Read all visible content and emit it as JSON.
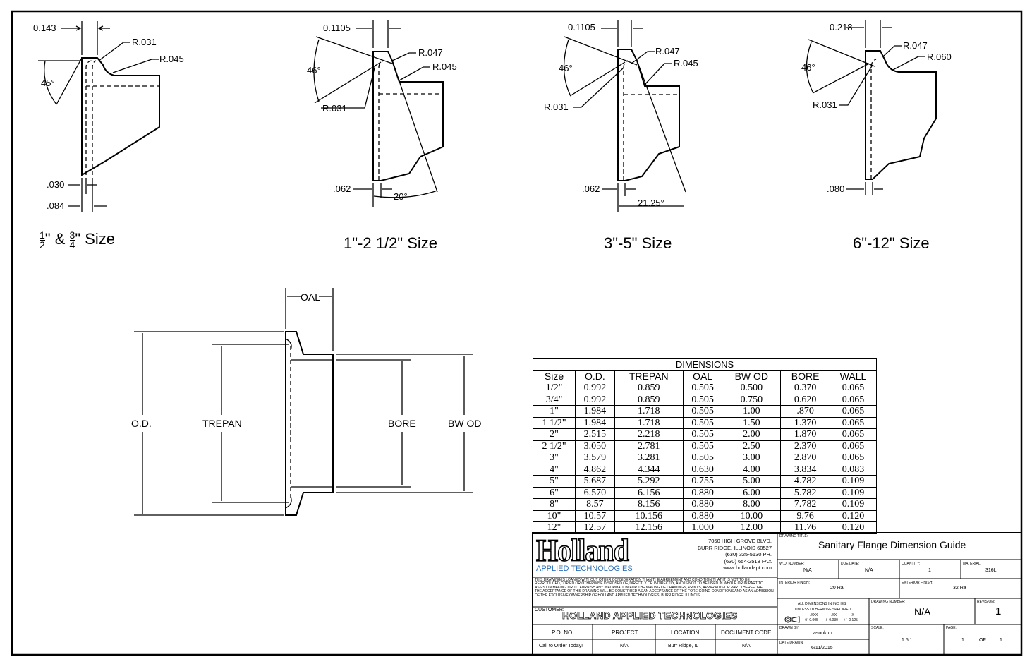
{
  "details": [
    {
      "size_parts": {
        "num1": "1",
        "den1": "2",
        "mid": "\" & ",
        "num2": "3",
        "den2": "4",
        "tail": "\" Size"
      },
      "labels": {
        "top_dim": "0.143",
        "r1": "R.031",
        "r2": "R.045",
        "angle": "45°",
        "bot1": ".030",
        "bot2": ".084"
      }
    },
    {
      "size": "1\"-2 1/2\" Size",
      "labels": {
        "top_dim": "0.1105",
        "r1": "R.047",
        "r2": "R.045",
        "angle": "46°",
        "r3": "R.031",
        "bot1": ".062",
        "bot_angle": "20°"
      }
    },
    {
      "size": "3\"-5\" Size",
      "labels": {
        "top_dim": "0.1105",
        "r1": "R.047",
        "r2": "R.045",
        "angle": "46°",
        "r3": "R.031",
        "bot1": ".062",
        "bot_angle": "21.25°"
      }
    },
    {
      "size": "6\"-12\" Size",
      "labels": {
        "top_dim": "0.218",
        "r1": "R.047",
        "r2": "R.060",
        "angle": "46°",
        "r3": "R.031",
        "bot1": ".080"
      }
    }
  ],
  "section": {
    "oal": "OAL",
    "od": "O.D.",
    "trepan": "TREPAN",
    "bore": "BORE",
    "bw_od": "BW OD"
  },
  "dimensions_table": {
    "caption": "DIMENSIONS",
    "headers": [
      "Size",
      "O.D.",
      "TREPAN",
      "OAL",
      "BW OD",
      "BORE",
      "WALL"
    ],
    "rows": [
      [
        "1/2\"",
        "0.992",
        "0.859",
        "0.505",
        "0.500",
        "0.370",
        "0.065"
      ],
      [
        "3/4\"",
        "0.992",
        "0.859",
        "0.505",
        "0.750",
        "0.620",
        "0.065"
      ],
      [
        "1\"",
        "1.984",
        "1.718",
        "0.505",
        "1.00",
        ".870",
        "0.065"
      ],
      [
        "1 1/2\"",
        "1.984",
        "1.718",
        "0.505",
        "1.50",
        "1.370",
        "0.065"
      ],
      [
        "2\"",
        "2.515",
        "2.218",
        "0.505",
        "2.00",
        "1.870",
        "0.065"
      ],
      [
        "2 1/2\"",
        "3.050",
        "2.781",
        "0.505",
        "2.50",
        "2.370",
        "0.065"
      ],
      [
        "3\"",
        "3.579",
        "3.281",
        "0.505",
        "3.00",
        "2.870",
        "0.065"
      ],
      [
        "4\"",
        "4.862",
        "4.344",
        "0.630",
        "4.00",
        "3.834",
        "0.083"
      ],
      [
        "5\"",
        "5.687",
        "5.292",
        "0.755",
        "5.00",
        "4.782",
        "0.109"
      ],
      [
        "6\"",
        "6.570",
        "6.156",
        "0.880",
        "6.00",
        "5.782",
        "0.109"
      ],
      [
        "8\"",
        "8.57",
        "8.156",
        "0.880",
        "8.00",
        "7.782",
        "0.109"
      ],
      [
        "10\"",
        "10.57",
        "10.156",
        "0.880",
        "10.00",
        "9.76",
        "0.120"
      ],
      [
        "12\"",
        "12.57",
        "12.156",
        "1.000",
        "12.00",
        "11.76",
        "0.120"
      ]
    ]
  },
  "title_block": {
    "logo_text": "Holland",
    "logo_sub": "APPLIED TECHNOLOGIES",
    "address": [
      "7050 HIGH GROVE BLVD.",
      "BURR RIDGE, ILLINOIS 60527",
      "(630) 325-5130 PH.",
      "(630) 654-2518 FAX",
      "www.hollandapt.com"
    ],
    "notice1": "THIS DRAWING IS LOANED WITHOUT OTHER CONSIDERATION THAN THE AGREEMENT AND CONDITION THAT IT IS NOT TO BE REPRODUCED,COPIED OR OTHERWISE DISPOSED OF, DIRECTLY OR INDIRECTLY, AND IS NOT TO BE USED IN WHOLE OR IN PART TO ASSIST IN MAKING OR TO FURNISH ANY INFORMATION FOR THE MAKING OF DRAWINGS, PRINTS, APPARATUS OR PART THEREFORE.",
    "notice2": "THE ACCEPTANCE OF THIS DRAWING WILL BE CONSTRUED AS AN ACCEPTANCE OF THE FORE-GOING CONDITIONS AND AS AN ADMISSION OF THE EXCLUSIVE OWNERSHIP OF HOLLAND APPLIED TECHNOLOGIES, BURR RIDGE, ILLINOIS.",
    "customer_label": "CUSTOMER:",
    "customer": "HOLLAND APPLIED TECHNOLOGIES",
    "bottom_headers": [
      "P.O. NO.",
      "PROJECT",
      "LOCATION",
      "DOCUMENT CODE"
    ],
    "bottom_values": [
      "Call to Order Today!",
      "N/A",
      "Burr Ridge, IL",
      "N/A"
    ],
    "drawing_title_label": "DRAWING TITLE:",
    "drawing_title": "Sanitary Flange Dimension Guide",
    "wo_label": "W.O. NUMBER:",
    "wo": "N/A",
    "due_label": "DUE DATE:",
    "due": "N/A",
    "qty_label": "QUANTITY:",
    "qty": "1",
    "material_label": "MATERIAL:",
    "material": "316L",
    "int_finish_label": "INTERIOR FINISH:",
    "int_finish": "20 Ra",
    "ext_finish_label": "EXTERIOR FINISH:",
    "ext_finish": "32 Ra",
    "tol_line1": "ALL DIMENSIONS IN INCHES",
    "tol_line2": "UNLESS OTHERWISE SPECIFIED",
    "tol_xxx": ".XXX",
    "tol_xxx_v": "+/- 0.005",
    "tol_xx": ".XX",
    "tol_xx_v": "+/- 0.030",
    "tol_x": ".X",
    "tol_x_v": "+/- 0.125",
    "dwg_no_label": "DRAWING NUMBER:",
    "dwg_no": "N/A",
    "rev_label": "REVISION:",
    "rev": "1",
    "drawn_by_label": "DRAWN BY:",
    "drawn_by": "asoukup",
    "date_label": "DATE DRAWN:",
    "date": "6/11/2015",
    "scale_label": "SCALE:",
    "scale": "1.5:1",
    "page_label": "PAGE:",
    "page": "1",
    "of": "OF",
    "pages": "1"
  }
}
